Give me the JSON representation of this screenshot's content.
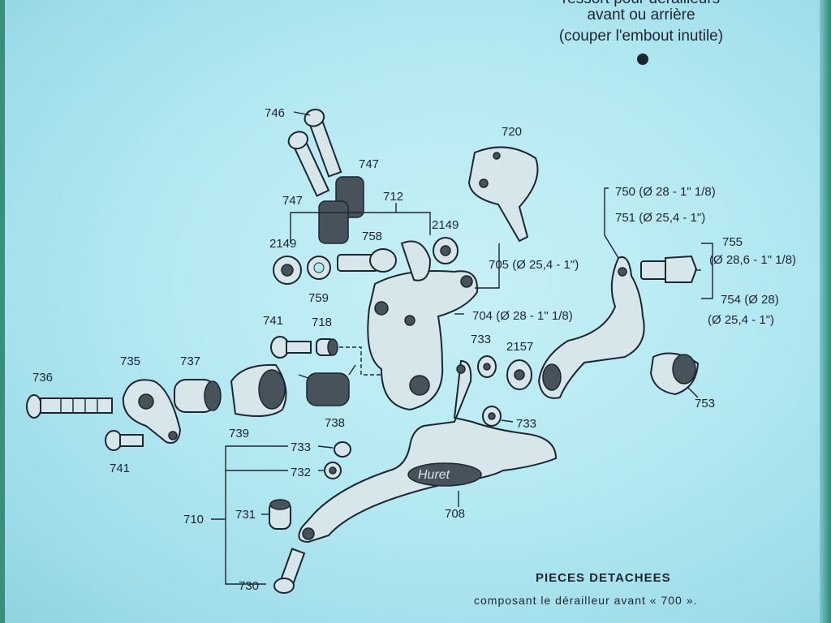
{
  "header": {
    "line1": "ressort pour dérailleurs",
    "line2": "avant ou arrière",
    "line3": "(couper l'embout inutile)"
  },
  "footer": {
    "title": "PIECES DETACHEES",
    "subtitle": "composant le dérailleur avant « 700 »."
  },
  "labels": {
    "l746": "746",
    "l747a": "747",
    "l747b": "747",
    "l712": "712",
    "l2149a": "2149",
    "l2149b": "2149",
    "l758": "758",
    "l759": "759",
    "l720": "720",
    "l705": "705 (Ø 25,4 - 1\")",
    "l704": "704 (Ø 28 - 1\" 1/8)",
    "l750": "750 (Ø 28 - 1\" 1/8)",
    "l751": "751 (Ø 25,4 - 1\")",
    "l755a": "755",
    "l755b": "(Ø 28,6 - 1\" 1/8)",
    "l754a": "754 (Ø 28)",
    "l754b": "(Ø 25,4 - 1\")",
    "l741a": "741",
    "l718": "718",
    "l733a": "733",
    "l2157": "2157",
    "l736": "736",
    "l735": "735",
    "l737": "737",
    "l741b": "741",
    "l739": "739",
    "l738": "738",
    "l753": "753",
    "l733b": "733",
    "l733c": "733",
    "l732": "732",
    "l710": "710",
    "l731": "731",
    "l708": "708",
    "l730": "730",
    "brand": "Huret"
  },
  "colors": {
    "paper": "#b5e9f2",
    "ink": "#1d2630",
    "frame": "#2f8a6e"
  }
}
